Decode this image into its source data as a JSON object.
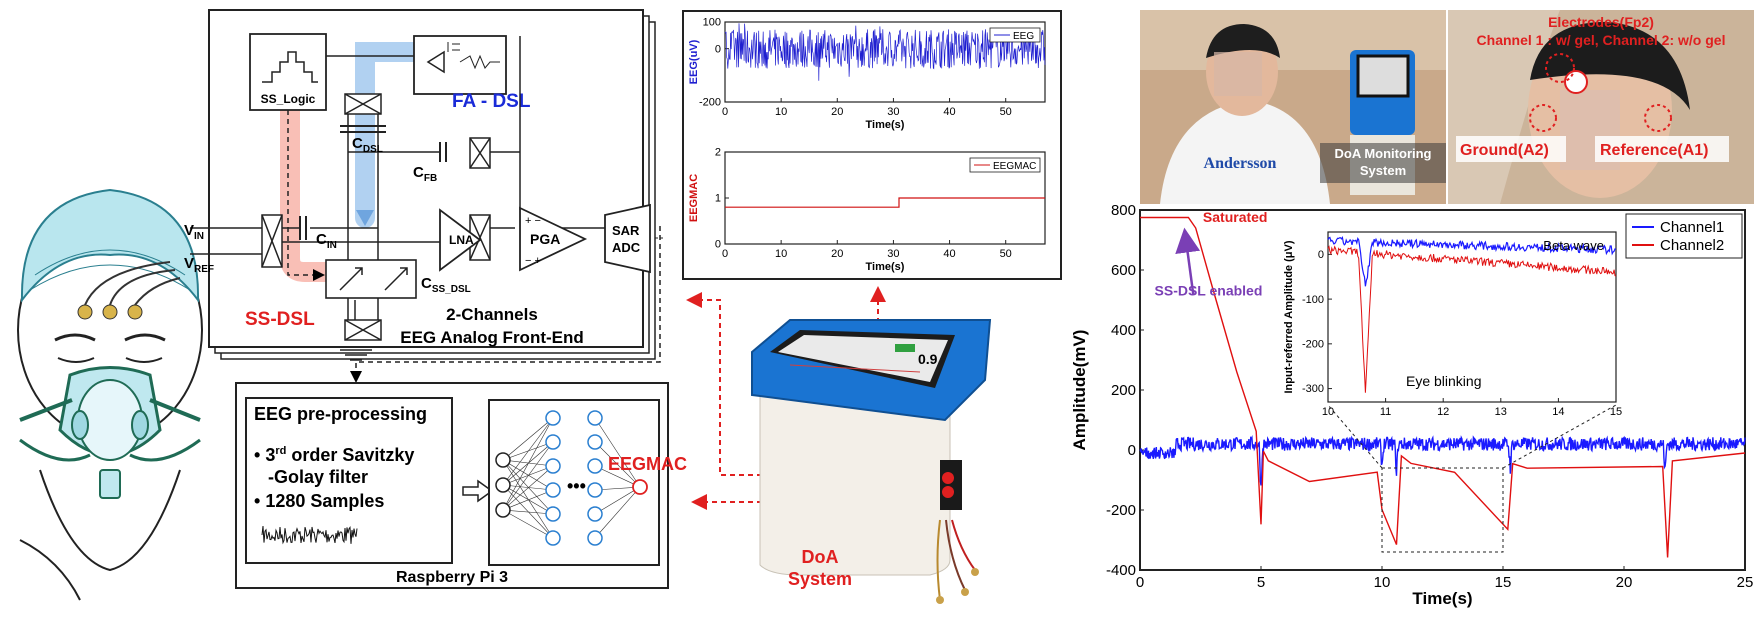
{
  "afe": {
    "ss_logic": "SS_Logic",
    "fa_dsl": "FA - DSL",
    "c_dsl": "C",
    "c_dsl_sub": "DSL",
    "c_fb": "C",
    "c_fb_sub": "FB",
    "c_in": "C",
    "c_in_sub": "IN",
    "v_in": "V",
    "v_in_sub": "IN",
    "v_ref": "V",
    "v_ref_sub": "REF",
    "lna": "LNA",
    "pga": "PGA",
    "sar": "SAR",
    "adc": "ADC",
    "c_ss_dsl": "C",
    "c_ss_dsl_sub": "SS_DSL",
    "ss_dsl": "SS-DSL",
    "title_line1": "2-Channels",
    "title_line2": "EEG Analog Front-End"
  },
  "pre": {
    "title": "EEG pre-processing",
    "bullet1_pre": "3",
    "bullet1_sup": "rd",
    "bullet1_post": " order Savitzky",
    "bullet1_line2": "-Golay filter",
    "bullet2": "1280 Samples",
    "eegmac": "EEGMAC",
    "rpi": "Raspberry Pi 3"
  },
  "device": {
    "label1": "DoA",
    "label2": "System",
    "screen_value": "0.9"
  },
  "photos": {
    "shirt": "Andersson",
    "doa1": "DoA Monitoring",
    "doa2": "System",
    "electrodes_title": "Electrodes(Fp2)",
    "electrodes_sub": "Channel 1 : w/ gel, Channel 2: w/o gel",
    "ground": "Ground(A2)",
    "reference": "Reference(A1)"
  },
  "chart_data": [
    {
      "type": "line",
      "ylabel": "EEG(uV)",
      "xlabel": "Time(s)",
      "xlim": [
        0,
        57
      ],
      "ylim": [
        -200,
        100
      ],
      "xticks": [
        0,
        10,
        20,
        30,
        40,
        50
      ],
      "yticks": [
        -200,
        0,
        100
      ],
      "legend": "top-right",
      "series": [
        {
          "name": "EEG",
          "color": "#1f1fd0",
          "description_values": "noise roughly between -120 and 80"
        }
      ]
    },
    {
      "type": "line",
      "ylabel": "EEGMAC",
      "xlabel": "Time(s)",
      "xlim": [
        0,
        57
      ],
      "ylim": [
        0,
        2
      ],
      "xticks": [
        0,
        10,
        20,
        30,
        40,
        50
      ],
      "yticks": [
        0,
        1,
        2
      ],
      "legend": "top-right",
      "series": [
        {
          "name": "EEGMAC",
          "color": "#d01010",
          "x": [
            0,
            31,
            31,
            57
          ],
          "y": [
            0.8,
            0.8,
            1.0,
            1.0
          ]
        }
      ]
    },
    {
      "type": "line",
      "xlabel": "Time(s)",
      "ylabel": "Amplitude(mV)",
      "xlim": [
        0,
        25
      ],
      "ylim": [
        -400,
        800
      ],
      "xticks": [
        0,
        5,
        10,
        15,
        20,
        25
      ],
      "yticks": [
        -400,
        -200,
        0,
        200,
        400,
        600,
        800
      ],
      "legend": "top-right",
      "annotations": [
        "Saturated",
        "SS-DSL enabled"
      ],
      "series": [
        {
          "name": "Channel1",
          "color": "#1a1aff",
          "baseline": 20
        },
        {
          "name": "Channel2",
          "color": "#e01010",
          "x": [
            0,
            2.0,
            2.3,
            3,
            4,
            4.8,
            5.0,
            5.1,
            5.3,
            7,
            9.8,
            10.0,
            10.6,
            10.8,
            11.2,
            13,
            15.2,
            15.4,
            16,
            21.6,
            21.8,
            22,
            25
          ],
          "y": [
            775,
            775,
            740,
            540,
            260,
            60,
            -250,
            0,
            -40,
            -110,
            -80,
            -200,
            -310,
            -20,
            -40,
            -70,
            -270,
            -40,
            -60,
            -60,
            -360,
            -40,
            -10
          ]
        }
      ]
    },
    {
      "type": "line",
      "xlabel": "",
      "ylabel": "Input-referred Amplitude (μV)",
      "xlim": [
        10,
        15
      ],
      "ylim": [
        -330,
        50
      ],
      "xticks": [
        10,
        11,
        12,
        13,
        14,
        15
      ],
      "yticks": [
        -300,
        -200,
        -100,
        0
      ],
      "annotations": [
        "Beta wave",
        "Eye blinking"
      ],
      "series": [
        {
          "name": "Channel1",
          "color": "#1a1aff"
        },
        {
          "name": "Channel2",
          "color": "#e01010"
        }
      ]
    }
  ]
}
